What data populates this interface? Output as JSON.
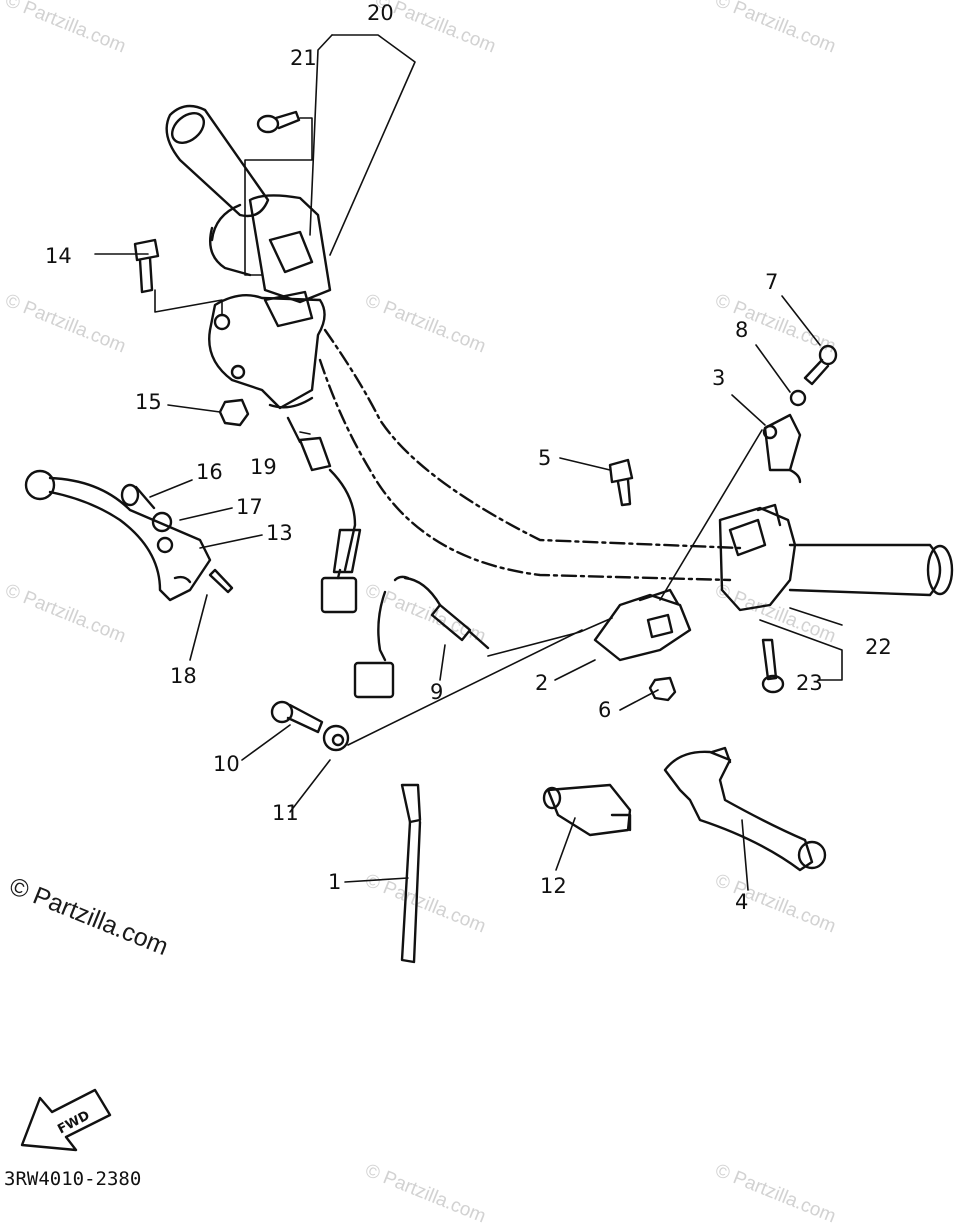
{
  "watermark": "© Partzilla.com",
  "figure_code": "3RW4010-2380",
  "fwd_label": "FWD",
  "callouts": [
    {
      "id": "20",
      "text": "20"
    },
    {
      "id": "21",
      "text": "21"
    },
    {
      "id": "14",
      "text": "14"
    },
    {
      "id": "15",
      "text": "15"
    },
    {
      "id": "7",
      "text": "7"
    },
    {
      "id": "8",
      "text": "8"
    },
    {
      "id": "3",
      "text": "3"
    },
    {
      "id": "5",
      "text": "5"
    },
    {
      "id": "19",
      "text": "19"
    },
    {
      "id": "16",
      "text": "16"
    },
    {
      "id": "17",
      "text": "17"
    },
    {
      "id": "13",
      "text": "13"
    },
    {
      "id": "18",
      "text": "18"
    },
    {
      "id": "9",
      "text": "9"
    },
    {
      "id": "2",
      "text": "2"
    },
    {
      "id": "6",
      "text": "6"
    },
    {
      "id": "22",
      "text": "22"
    },
    {
      "id": "23",
      "text": "23"
    },
    {
      "id": "10",
      "text": "10"
    },
    {
      "id": "11",
      "text": "11"
    },
    {
      "id": "1",
      "text": "1"
    },
    {
      "id": "12",
      "text": "12"
    },
    {
      "id": "4",
      "text": "4"
    }
  ]
}
